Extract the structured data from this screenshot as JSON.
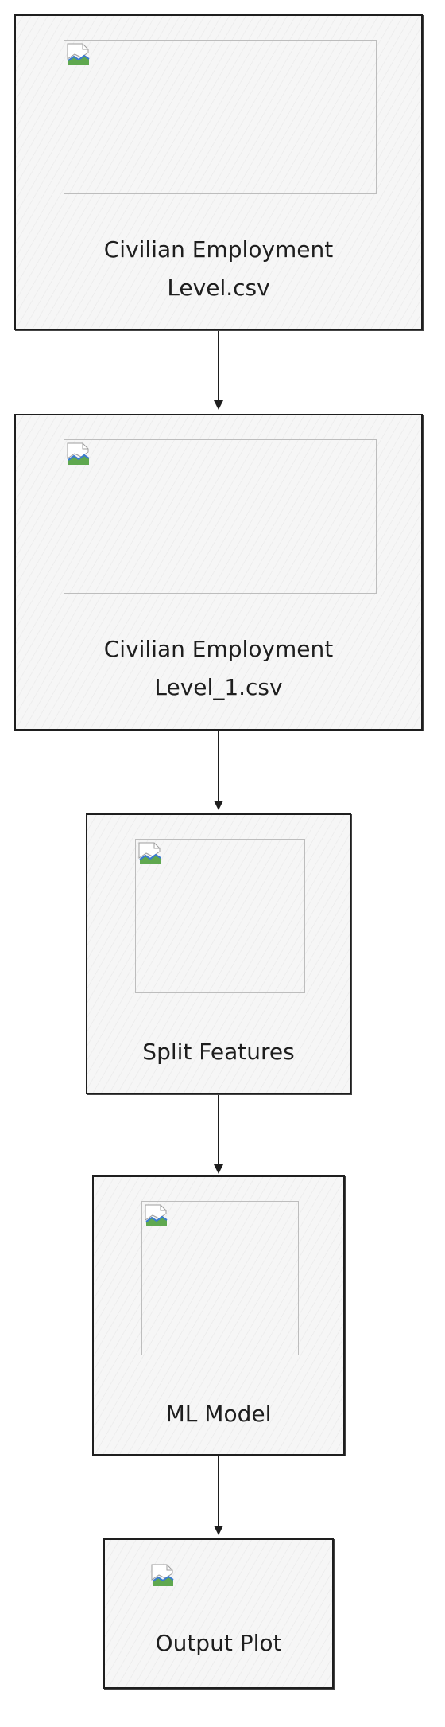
{
  "diagram": {
    "nodes": [
      {
        "id": "n1",
        "label": "Civilian Employment\nLevel.csv"
      },
      {
        "id": "n2",
        "label": "Civilian Employment\nLevel_1.csv"
      },
      {
        "id": "n3",
        "label": "Split Features"
      },
      {
        "id": "n4",
        "label": "ML Model"
      },
      {
        "id": "n5",
        "label": "Output Plot"
      }
    ],
    "edges": [
      {
        "from": "n1",
        "to": "n2"
      },
      {
        "from": "n2",
        "to": "n3"
      },
      {
        "from": "n3",
        "to": "n4"
      },
      {
        "from": "n4",
        "to": "n5"
      }
    ]
  },
  "colors": {
    "stroke": "#1e1e1e",
    "fill": "#f6f6f6",
    "image_frame": "#bdbdbd"
  }
}
